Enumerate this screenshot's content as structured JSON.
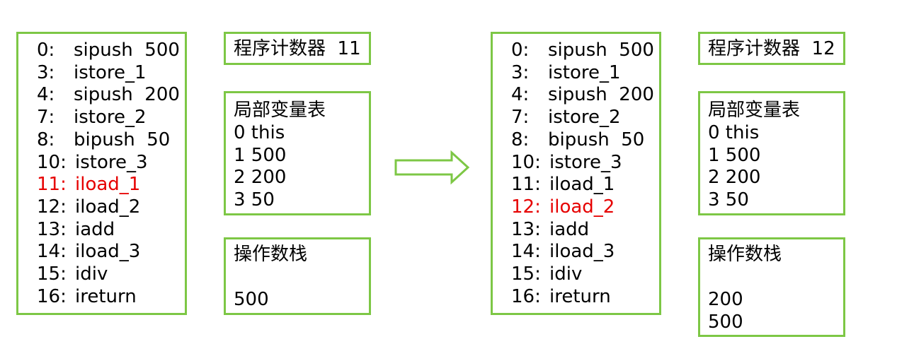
{
  "left": {
    "code": [
      {
        "num": "0:",
        "op": "sipush  500"
      },
      {
        "num": "3:",
        "op": "istore_1"
      },
      {
        "num": "4:",
        "op": "sipush  200"
      },
      {
        "num": "7:",
        "op": "istore_2"
      },
      {
        "num": "8:",
        "op": "bipush  50"
      },
      {
        "num": "10:",
        "op": "istore_3"
      },
      {
        "num": "11:",
        "op": "iload_1",
        "highlight": true
      },
      {
        "num": "12:",
        "op": "iload_2"
      },
      {
        "num": "13:",
        "op": "iadd"
      },
      {
        "num": "14:",
        "op": "iload_3"
      },
      {
        "num": "15:",
        "op": "idiv"
      },
      {
        "num": "16:",
        "op": "ireturn"
      }
    ],
    "pc_label": "程序计数器  11",
    "locals_title": "局部变量表",
    "locals": [
      "0 this",
      "1 500",
      "2 200",
      "3 50"
    ],
    "stack_title": "操作数栈",
    "stack": [
      "500"
    ]
  },
  "right": {
    "code": [
      {
        "num": "0:",
        "op": "sipush  500"
      },
      {
        "num": "3:",
        "op": "istore_1"
      },
      {
        "num": "4:",
        "op": "sipush  200"
      },
      {
        "num": "7:",
        "op": "istore_2"
      },
      {
        "num": "8:",
        "op": "bipush  50"
      },
      {
        "num": "10:",
        "op": "istore_3"
      },
      {
        "num": "11:",
        "op": "iload_1"
      },
      {
        "num": "12:",
        "op": "iload_2",
        "highlight": true
      },
      {
        "num": "13:",
        "op": "iadd"
      },
      {
        "num": "14:",
        "op": "iload_3"
      },
      {
        "num": "15:",
        "op": "idiv"
      },
      {
        "num": "16:",
        "op": "ireturn"
      }
    ],
    "pc_label": "程序计数器  12",
    "locals_title": "局部变量表",
    "locals": [
      "0 this",
      "1 500",
      "2 200",
      "3 50"
    ],
    "stack_title": "操作数栈",
    "stack": [
      "200",
      "500"
    ]
  },
  "colors": {
    "border": "#7dc745",
    "highlight": "#e60000"
  },
  "arrow_icon": "right-arrow-icon"
}
